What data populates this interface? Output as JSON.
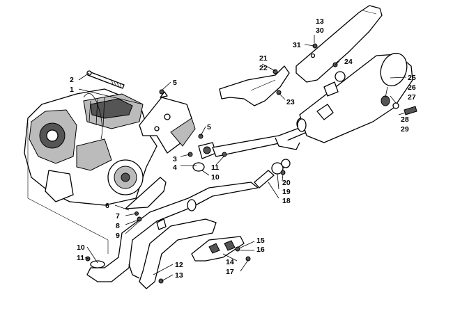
{
  "callouts": {
    "c1": "1",
    "c2": "2",
    "c3": "3",
    "c4": "4",
    "c5a": "5",
    "c5b": "5",
    "c6": "6",
    "c7": "7",
    "c8": "8",
    "c9": "9",
    "c10a": "10",
    "c10b": "10",
    "c11a": "11",
    "c11b": "11",
    "c12": "12",
    "c13a": "13",
    "c13b": "13",
    "c14": "14",
    "c15": "15",
    "c16": "16",
    "c17": "17",
    "c18": "18",
    "c19": "19",
    "c20": "20",
    "c21": "21",
    "c22": "22",
    "c23": "23",
    "c24": "24",
    "c25": "25",
    "c26": "26",
    "c27": "27",
    "c28": "28",
    "c29": "29",
    "c30": "30",
    "c31": "31"
  }
}
